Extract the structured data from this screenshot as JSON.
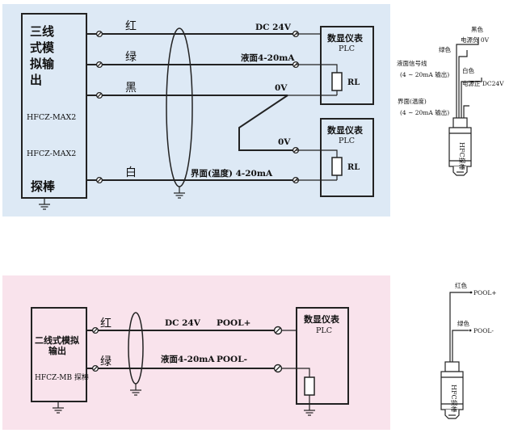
{
  "top": {
    "colors": {
      "panel_bg": "#dde9f5",
      "wire": "#222222"
    },
    "probe_title_lines": [
      "三线",
      "式模",
      "拟输",
      "出"
    ],
    "probe_models": [
      "HFCZ-MAX2",
      "HFCZ-MAX2"
    ],
    "probe_name": "探棒",
    "wire_colors": {
      "red": "红",
      "green": "绿",
      "black": "黑",
      "white": "白"
    },
    "signals": {
      "dc": "DC 24V",
      "level": "液面4-20mA",
      "ov1": "0V",
      "ov2": "0V",
      "interface": "界面(温度) 4-20mA"
    },
    "meter_label_1": "数显仪表",
    "meter_sub_1": "PLC",
    "meter_label_2": "数显仪表",
    "meter_sub_2": "PLC",
    "resistor_label_1": "RL",
    "resistor_label_2": "RL"
  },
  "top_side": {
    "black": "黑色",
    "supply_neg": "电源负 0V",
    "green": "绿色",
    "level_signal": "液面信号线",
    "level_range": "(4 ~ 20mA 输出)",
    "white": "白色",
    "supply_pos": "电源正 DC24V",
    "interface_label": "界面(温度)",
    "interface_range": "(4 ~ 20mA 输出)",
    "sensor_text": "HFC探棒"
  },
  "bottom": {
    "colors": {
      "panel_bg": "#f9e3ec"
    },
    "probe_title_lines": [
      "二线式模拟",
      "输出"
    ],
    "probe_model": "HFCZ-MB 探棒",
    "wire_red": "红",
    "wire_green": "绿",
    "dc": "DC 24V",
    "pool_plus": "POOL+",
    "level": "液面4-20mA",
    "pool_minus": "POOL-",
    "meter_label": "数显仪表",
    "meter_sub": "PLC"
  },
  "bottom_side": {
    "red": "红色",
    "pool_plus": "POOL+",
    "green": "绿色",
    "pool_minus": "POOL-",
    "sensor_text": "HFC探棒"
  }
}
